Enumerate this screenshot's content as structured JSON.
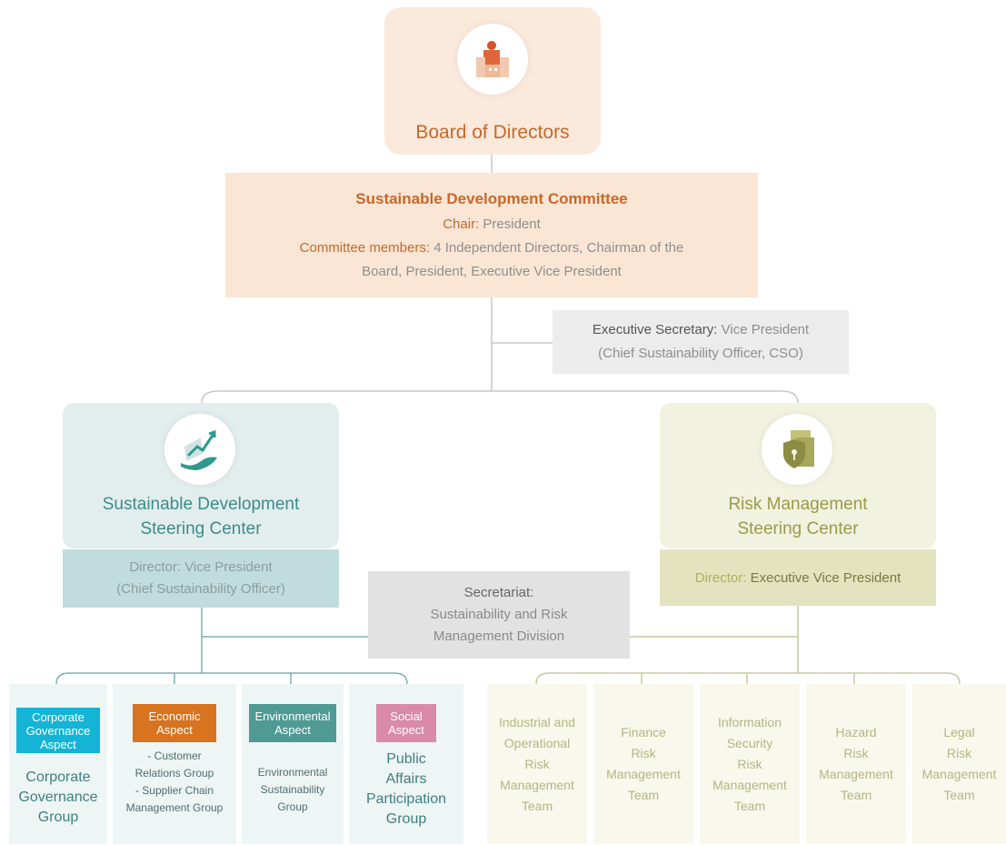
{
  "board": {
    "title": "Board of Directors"
  },
  "committee": {
    "title": "Sustainable Development Committee",
    "chair_label": "Chair:",
    "chair_value": "President",
    "members_label": "Committee members:",
    "members_value_1": "4 Independent Directors, Chairman of the",
    "members_value_2": "Board, President, Executive Vice President"
  },
  "executive_secretary": {
    "label": "Executive Secretary:",
    "value": "Vice President",
    "value_2": "(Chief Sustainability Officer, CSO)"
  },
  "sd_center": {
    "title_1": "Sustainable Development",
    "title_2": "Steering Center",
    "director_label": "Director:",
    "director_value": "Vice President",
    "director_value_2": "(Chief Sustainability Officer)"
  },
  "rm_center": {
    "title_1": "Risk Management",
    "title_2": "Steering Center",
    "director_label": "Director:",
    "director_value": "Executive Vice President"
  },
  "secretariat": {
    "label": "Secretariat:",
    "line_1": "Sustainability and Risk",
    "line_2": "Management Division"
  },
  "sd_groups": [
    {
      "tag_1": "Corporate",
      "tag_2": "Governance",
      "tag_3": "Aspect",
      "tag_color": "#14b4d6",
      "line_1": "Corporate",
      "line_2": "Governance",
      "line_3": "Group"
    },
    {
      "tag_1": "Economic",
      "tag_2": "Aspect",
      "tag_color": "#d8731f",
      "line_1": "- Customer",
      "line_2": "Relations Group",
      "line_3": "- Supplier Chain",
      "line_4": "Management Group"
    },
    {
      "tag_1": "Environmental",
      "tag_2": "Aspect",
      "tag_color": "#4f9a94",
      "line_1": "Environmental",
      "line_2": "Sustainability",
      "line_3": "Group"
    },
    {
      "tag_1": "Social",
      "tag_2": "Aspect",
      "tag_color": "#d98aa6",
      "line_1": "Public",
      "line_2": "Affairs",
      "line_3": "Participation",
      "line_4": "Group"
    }
  ],
  "rm_teams": [
    {
      "lines": [
        "Industrial and",
        "Operational",
        "Risk",
        "Management",
        "Team"
      ]
    },
    {
      "lines": [
        "Finance",
        "Risk",
        "Management",
        "Team"
      ]
    },
    {
      "lines": [
        "Information",
        "Security",
        "Risk",
        "Management",
        "Team"
      ]
    },
    {
      "lines": [
        "Hazard",
        "Risk",
        "Management",
        "Team"
      ]
    },
    {
      "lines": [
        "Legal",
        "Risk",
        "Management",
        "Team"
      ]
    }
  ],
  "colors": {
    "orange": "#c8682a",
    "teal": "#3e8a8a",
    "olive": "#9a9a4a",
    "connector": "#a9c3c3"
  },
  "icons": {
    "board": "building-people-icon",
    "sd_center": "hand-growth-chart-icon",
    "rm_center": "shield-documents-icon"
  }
}
